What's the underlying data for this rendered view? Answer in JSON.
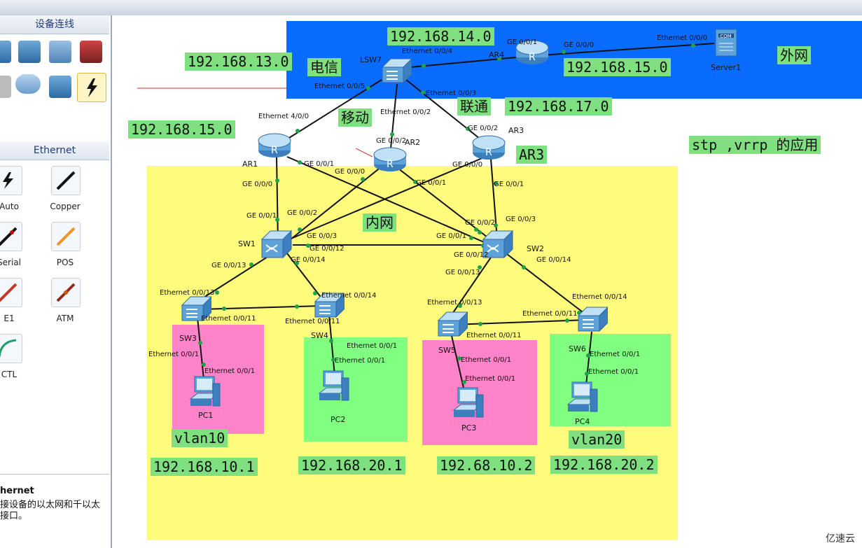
{
  "palette": {
    "header": "设备连线",
    "ethernet_header": "Ethernet",
    "cables": [
      "Auto",
      "Copper",
      "Serial",
      "POS",
      "E1",
      "ATM",
      "CTL"
    ],
    "info_title": "hernet",
    "info_desc": "接设备的以太网和千以太接口。"
  },
  "zones": {
    "external_label": "外网",
    "internal_label": "内网",
    "telecom_label": "电信",
    "mobile_label": "移动",
    "unicom_label": "联通",
    "title": "stp ,vrrp 的应用"
  },
  "networks": {
    "n13": "192.168.13.0",
    "n14": "192.168.14.0",
    "n15a": "192.168.15.0",
    "n15b": "192.168.15.0",
    "n17": "192.168.17.0",
    "ar3": "AR3",
    "vlan10": "vlan10",
    "vlan20": "vlan20",
    "pc1ip": "192.168.10.1",
    "pc2ip": "192.168.20.1",
    "pc3ip": "192.68.10.2",
    "pc4ip": "192.168.20.2"
  },
  "devices": {
    "lsw7": "LSW7",
    "ar4": "AR4",
    "server": "Server1",
    "ar1": "AR1",
    "ar2": "AR2",
    "ar3": "AR3",
    "sw1": "SW1",
    "sw2": "SW2",
    "sw3": "SW3",
    "sw4": "SW4",
    "sw5": "SW5",
    "sw6": "SW6",
    "pc1": "PC1",
    "pc2": "PC2",
    "pc3": "PC3",
    "pc4": "PC4"
  },
  "ports": {
    "p1": "Ethernet 0/0/4",
    "p2": "GE 0/0/1",
    "p3": "GE 0/0/0",
    "p4": "Ethernet 0/0/0",
    "p5": "Ethernet 0/0/5",
    "p6": "Ethernet 0/0/3",
    "p7": "Ethernet 0/0/2",
    "p8": "Ethernet 4/0/0",
    "p9": "GE 0/0/2",
    "p10": "GE 0/0/2",
    "p11": "GE 0/0/1",
    "p12": "GE 0/0/0",
    "p13": "GE 0/0/0",
    "p14": "GE 0/0/0",
    "p15": "GE 0/0/1",
    "p16": "GE 0/0/1",
    "p17": "GE 0/0/1",
    "p18": "GE 0/0/2",
    "p19": "GE 0/0/3",
    "p20": "GE 0/0/12",
    "p21": "GE 0/0/14",
    "p22": "GE 0/0/13",
    "p23": "GE 0/0/2",
    "p24": "GE 0/0/3",
    "p25": "GE 0/0/1",
    "p26": "GE 0/0/12",
    "p27": "GE 0/0/13",
    "p28": "GE 0/0/14",
    "p29": "Ethernet 0/0/13",
    "p30": "Ethernet 0/0/11",
    "p31": "Ethernet 0/0/14",
    "p32": "Ethernet 0/0/11",
    "p33": "Ethernet 0/0/1",
    "p34": "Ethernet 0/0/1",
    "p35": "Ethernet 0/0/1",
    "p36": "Ethernet 0/0/1",
    "p37": "Ethernet 0/0/13",
    "p38": "Ethernet 0/0/11",
    "p39": "Ethernet 0/0/11",
    "p40": "Ethernet 0/0/14",
    "p41": "Ethernet 0/0/1",
    "p42": "Ethernet 0/0/1",
    "p43": "Ethernet 0/0/1",
    "p44": "Ethernet 0/0/1"
  },
  "watermark": "亿速云"
}
